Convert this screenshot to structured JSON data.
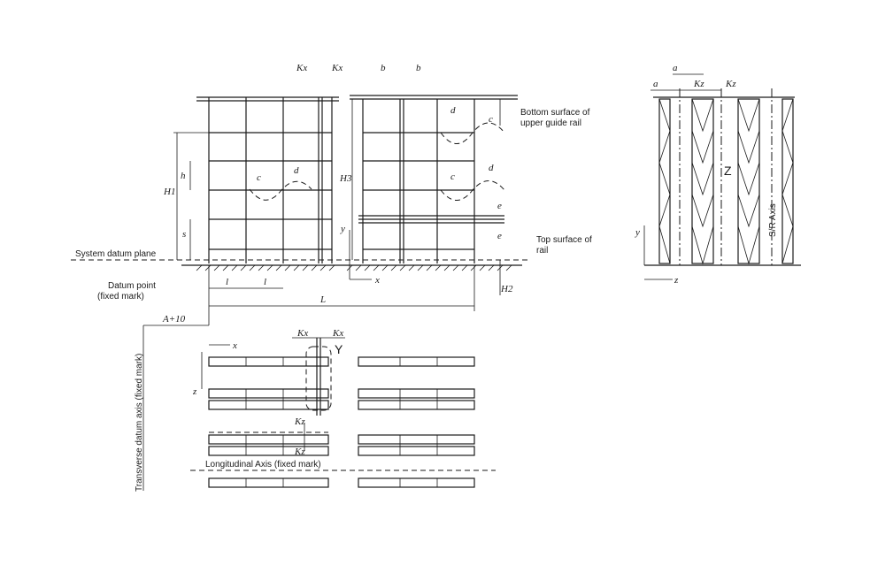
{
  "labels": {
    "system_datum_plane": "System datum plane",
    "datum_point_1": "Datum point",
    "datum_point_2": "(fixed mark)",
    "bottom_surface_1": "Bottom surface of",
    "bottom_surface_2": "upper guide rail",
    "top_surface_1": "Top surface of",
    "top_surface_2": "rail",
    "transverse_axis": "Transverse datum axis (fixed mark)",
    "longitudinal_axis": "Longitudinal Axis (fixed mark)",
    "sr_axis": "S/R Axis",
    "a_plus": "A+10"
  },
  "dims": {
    "kx": "Kx",
    "kz": "Kz",
    "b": "b",
    "a": "a",
    "c": "c",
    "d": "d",
    "e": "e",
    "h": "h",
    "h1": "H1",
    "h2": "H2",
    "h3": "H3",
    "l_small": "l",
    "l_big": "L",
    "x": "x",
    "y": "y",
    "z": "z",
    "Y": "Y",
    "Z": "Z"
  }
}
